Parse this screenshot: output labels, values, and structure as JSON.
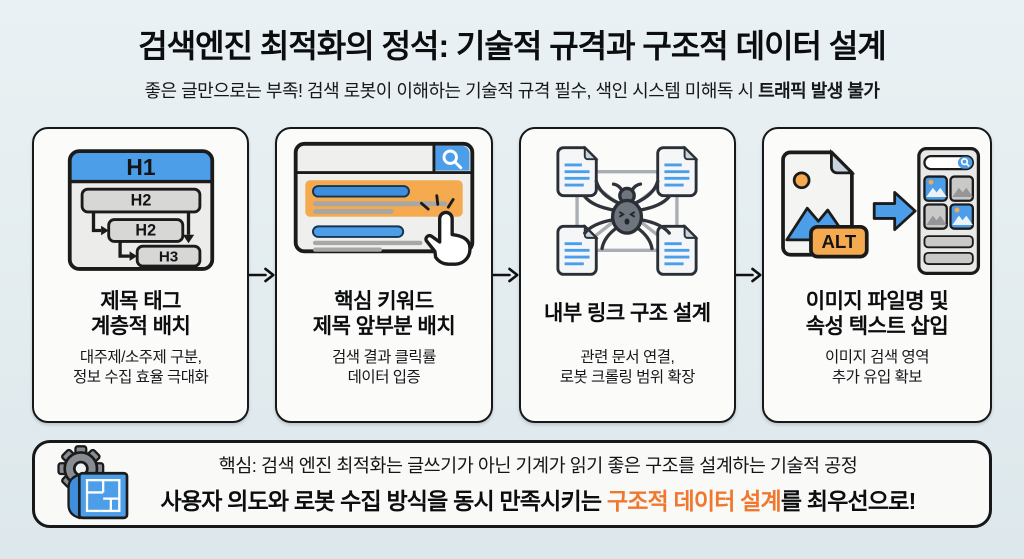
{
  "header": {
    "title": "검색엔진 최적화의 정석: 기술적 규격과 구조적 데이터 설계",
    "subtitle_regular": "좋은 글만으로는 부족! 검색 로봇이 이해하는 기술적 규격 필수, 색인 시스템 미해독 시 ",
    "subtitle_bold": "트래픽 발생 불가"
  },
  "cards": [
    {
      "icon": "heading-hierarchy-icon",
      "icon_labels": {
        "h1": "H1",
        "h2a": "H2",
        "h2b": "H2",
        "h3": "H3"
      },
      "title": "제목 태그\n계층적 배치",
      "desc": "대주제/소주제 구분,\n정보 수집 효율 극대화"
    },
    {
      "icon": "search-result-click-icon",
      "title": "핵심 키워드\n제목 앞부분 배치",
      "desc": "검색 결과 클릭률\n데이터 입증"
    },
    {
      "icon": "crawler-link-web-icon",
      "title": "내부 링크 구조 설계",
      "desc": "관련 문서 연결,\n로봇 크롤링 범위 확장"
    },
    {
      "icon": "image-alt-icon",
      "icon_labels": {
        "alt": "ALT"
      },
      "title": "이미지 파일명 및\n속성 텍스트 삽입",
      "desc": "이미지 검색 영역\n추가 유입 확보"
    }
  ],
  "summary": {
    "icon": "gear-blueprint-icon",
    "line1": "핵심: 검색 엔진 최적화는 글쓰기가 아닌 기계가 읽기 좋은 구조를 설계하는 기술적 공정",
    "line2_prefix": "사용자 의도와 로봇 수집 방식을 동시 만족시키는 ",
    "line2_highlight": "구조적 데이터 설계",
    "line2_suffix": "를 최우선으로!"
  },
  "colors": {
    "background": "#E5EEF1",
    "card_background": "#FBFBF9",
    "outline_black": "#17181A",
    "accent_blue": "#4D9EE8",
    "accent_orange": "#F6AA4F",
    "highlight_text_orange": "#F0772E",
    "gray_box": "#D7D7D5",
    "web_line_gray": "#A9AEB4"
  }
}
